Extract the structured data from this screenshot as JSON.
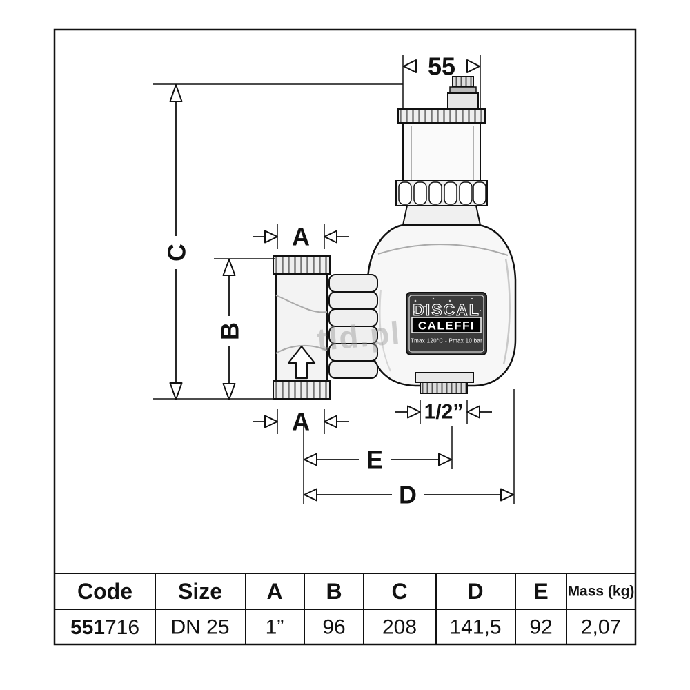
{
  "watermark": "tld.pl",
  "dimensions": {
    "top_width": "55",
    "a_top": "A",
    "a_bottom": "A",
    "b": "B",
    "c": "C",
    "d": "D",
    "e": "E",
    "drain_size": "1/2”"
  },
  "badge": {
    "brand_line": "DISCAL",
    "maker": "CALEFFI",
    "specs": "Tmax 120°C - Pmax 10 bar"
  },
  "table": {
    "headers": [
      "Code",
      "Size",
      "A",
      "B",
      "C",
      "D",
      "E",
      "Mass (kg)"
    ],
    "values": {
      "code_prefix": "551",
      "code_suffix": "716",
      "size": "DN 25",
      "a": "1”",
      "b": "96",
      "c": "208",
      "d": "141,5",
      "e": "92",
      "mass": "2,07"
    }
  }
}
